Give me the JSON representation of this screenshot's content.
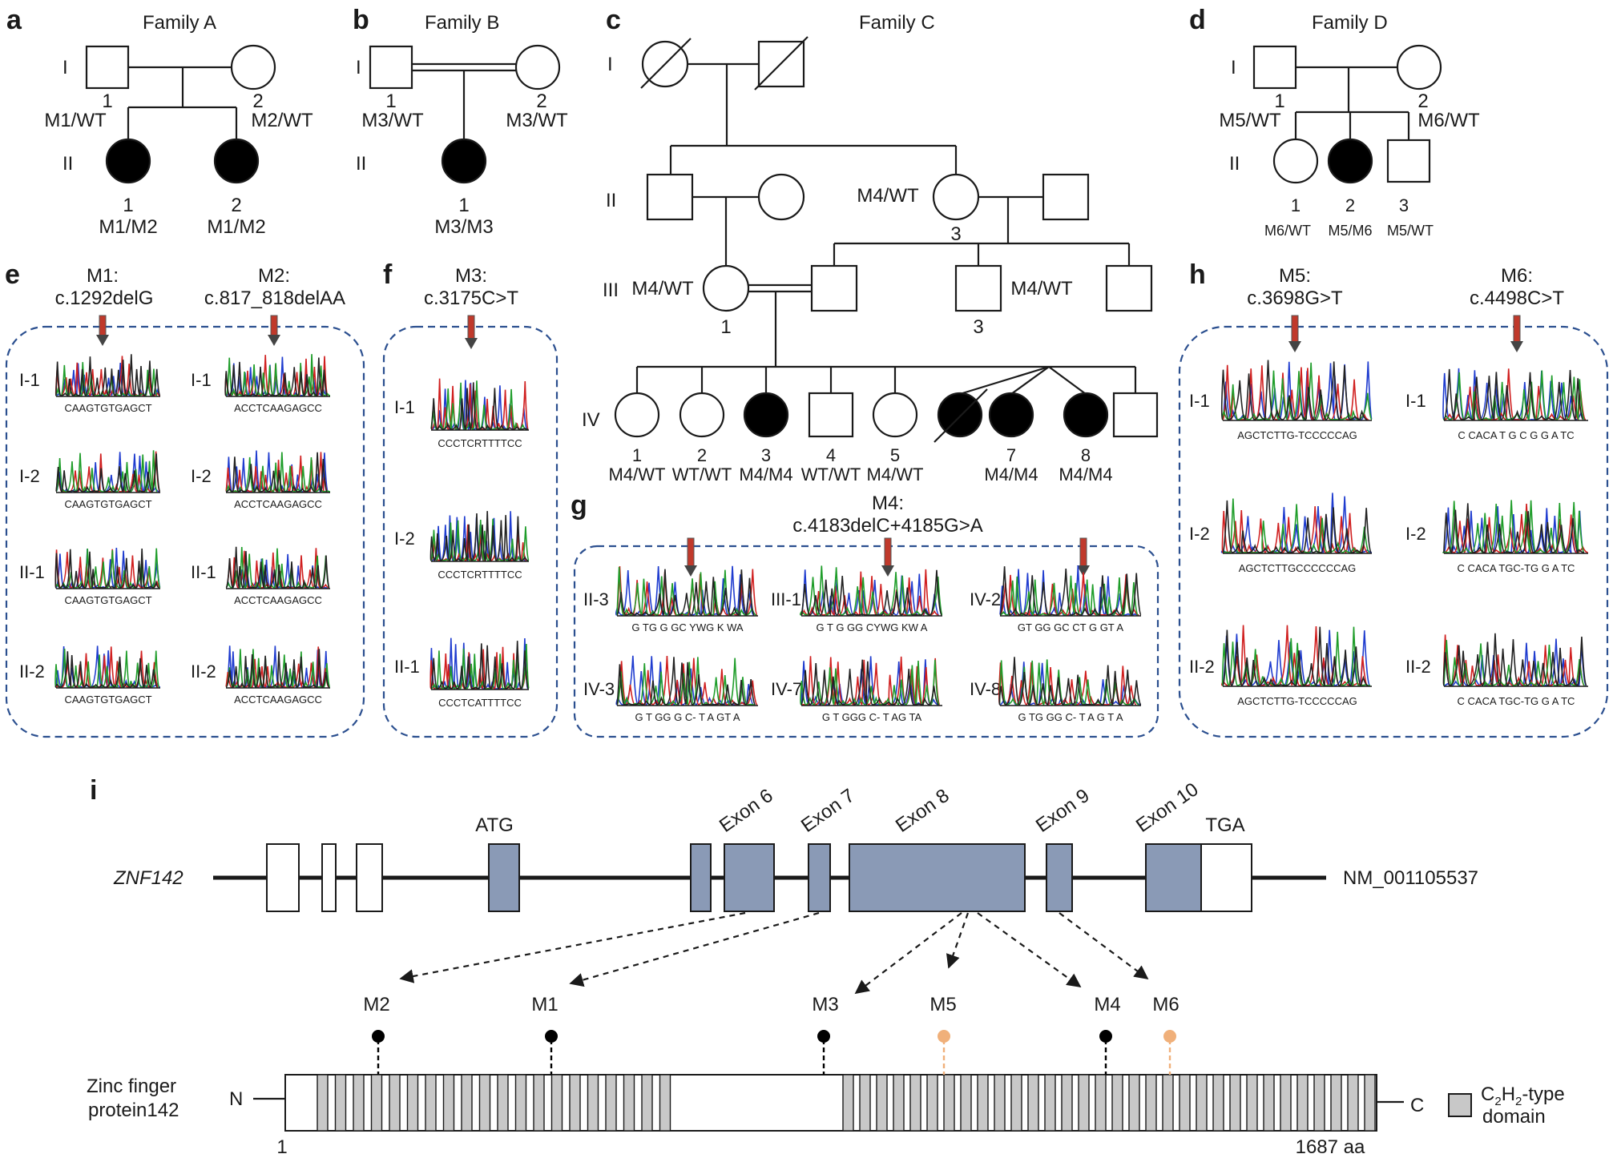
{
  "panels": {
    "a": "a",
    "b": "b",
    "c": "c",
    "d": "d",
    "e": "e",
    "f": "f",
    "g": "g",
    "h": "h",
    "i": "i"
  },
  "roman": {
    "I": "I",
    "II": "II",
    "III": "III",
    "IV": "IV"
  },
  "famA": {
    "title": "Family A",
    "i1": "1",
    "i1g": "M1/WT",
    "i2": "2",
    "i2g": "M2/WT",
    "ii1": "1",
    "ii1g": "M1/M2",
    "ii2": "2",
    "ii2g": "M1/M2"
  },
  "famB": {
    "title": "Family B",
    "i1": "1",
    "i1g": "M3/WT",
    "i2": "2",
    "i2g": "M3/WT",
    "ii1": "1",
    "ii1g": "M3/M3"
  },
  "famC": {
    "title": "Family C",
    "ii3g": "M4/WT",
    "ii3": "3",
    "iii3": "3",
    "iii3g": "M4/WT",
    "iii1g": "M4/WT",
    "iii1": "1",
    "iv": [
      {
        "n": "1",
        "g": "M4/WT"
      },
      {
        "n": "2",
        "g": "WT/WT"
      },
      {
        "n": "3",
        "g": "M4/M4"
      },
      {
        "n": "4",
        "g": "WT/WT"
      },
      {
        "n": "5",
        "g": "M4/WT"
      },
      {
        "n": "7",
        "g": "M4/M4"
      },
      {
        "n": "8",
        "g": "M4/M4"
      }
    ]
  },
  "famD": {
    "title": "Family D",
    "i1": "1",
    "i1g": "M5/WT",
    "i2": "2",
    "i2g": "M6/WT",
    "ii1": "1",
    "ii1g": "M6/WT",
    "ii2": "2",
    "ii2g": "M5/M6",
    "ii3": "3",
    "ii3g": "M5/WT"
  },
  "panelE": {
    "m1": "M1:",
    "m1v": "c.1292delG",
    "m2": "M2:",
    "m2v": "c.817_818delAA",
    "rows": [
      "I-1",
      "I-2",
      "II-1",
      "II-2"
    ],
    "seq1": "CAAGTGTGAGCT",
    "seq2": "ACCTCAAGAGCC"
  },
  "panelF": {
    "m": "M3:",
    "mv": "c.3175C>T",
    "rows": [
      "I-1",
      "I-2",
      "II-1"
    ],
    "seqs": [
      "CCCTCRTTTTCC",
      "CCCTCRTTTTCC",
      "CCCTCATTTTCC"
    ]
  },
  "panelG": {
    "m": "M4:",
    "mv": "c.4183delC+4185G>A",
    "items": [
      {
        "id": "II-3",
        "seq": "G TG G GC YWG K WA"
      },
      {
        "id": "III-1",
        "seq": "G T G GG CYWG KW A"
      },
      {
        "id": "IV-2",
        "seq": "GT GG GC CT G GT A"
      },
      {
        "id": "IV-3",
        "seq": "G T GG G C- T  A GT A"
      },
      {
        "id": "IV-7",
        "seq": "G T GGG C- T  AG TA"
      },
      {
        "id": "IV-8",
        "seq": "G TG GG C-  T A G T A"
      }
    ]
  },
  "panelH": {
    "m5": "M5:",
    "m5v": "c.3698G>T",
    "m6": "M6:",
    "m6v": "c.4498C>T",
    "rows": [
      "I-1",
      "I-2",
      "II-2"
    ],
    "seq5": [
      "AGCTCTTG-TCCCCCAG",
      "AGCTCTTGCCCCCCAG",
      "AGCTCTTG-TCCCCCAG"
    ],
    "seq6": [
      "C CACA T G C G G A TC",
      "C CACA TGC-TG G A TC",
      "C CACA TGC-TG G A TC"
    ]
  },
  "panelI": {
    "gene": "ZNF142",
    "acc": "NM_001105537",
    "atg": "ATG",
    "tga": "TGA",
    "exons": [
      "Exon 6",
      "Exon 7",
      "Exon 8",
      "Exon 9",
      "Exon 10"
    ],
    "muts": [
      "M2",
      "M1",
      "M3",
      "M5",
      "M4",
      "M6"
    ],
    "protein1": "Zinc finger",
    "protein2": "protein142",
    "n": "N",
    "c": "C",
    "start": "1",
    "end": "1687 aa",
    "legend1": "C",
    "legend2": "2",
    "legend3": "H",
    "legend4": "2",
    "legend5": "-type",
    "legend6": "domain"
  },
  "colors": {
    "affected": "#000000",
    "box": "#2b4f8f",
    "exon": "#8a9ab6",
    "arrow": "#c0392b",
    "m5m6": "#f0b07a",
    "domain": "#c8c8c8"
  }
}
